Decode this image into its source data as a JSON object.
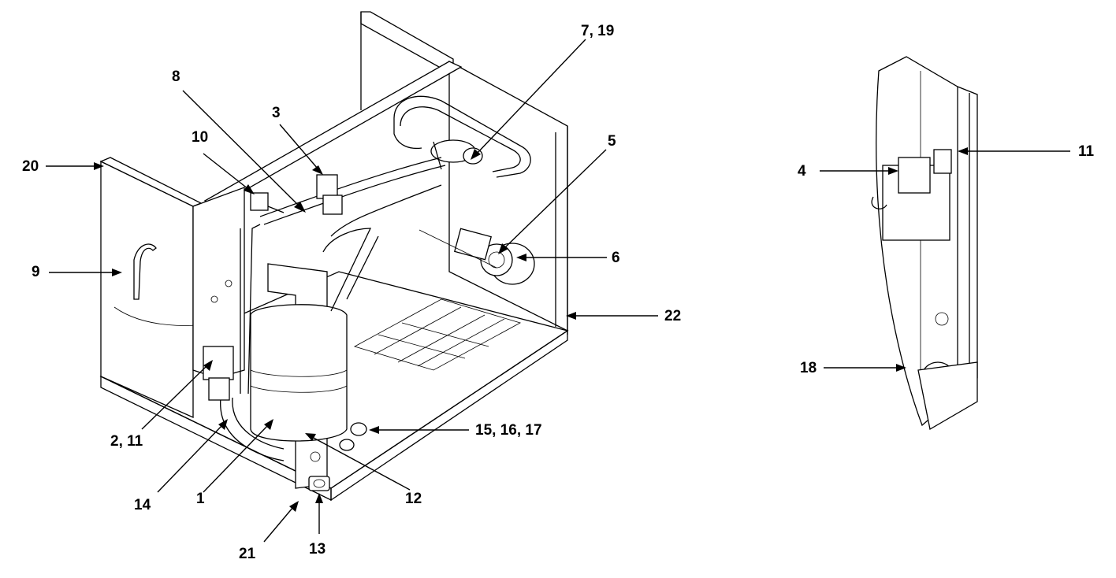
{
  "callouts": {
    "c1": "1",
    "c2_11": "2, 11",
    "c3": "3",
    "c4": "4",
    "c5": "5",
    "c6": "6",
    "c7_19": "7, 19",
    "c8": "8",
    "c9": "9",
    "c10": "10",
    "c11": "11",
    "c12": "12",
    "c13": "13",
    "c14": "14",
    "c15_16_17": "15, 16, 17",
    "c18": "18",
    "c20": "20",
    "c21": "21",
    "c22": "22"
  }
}
